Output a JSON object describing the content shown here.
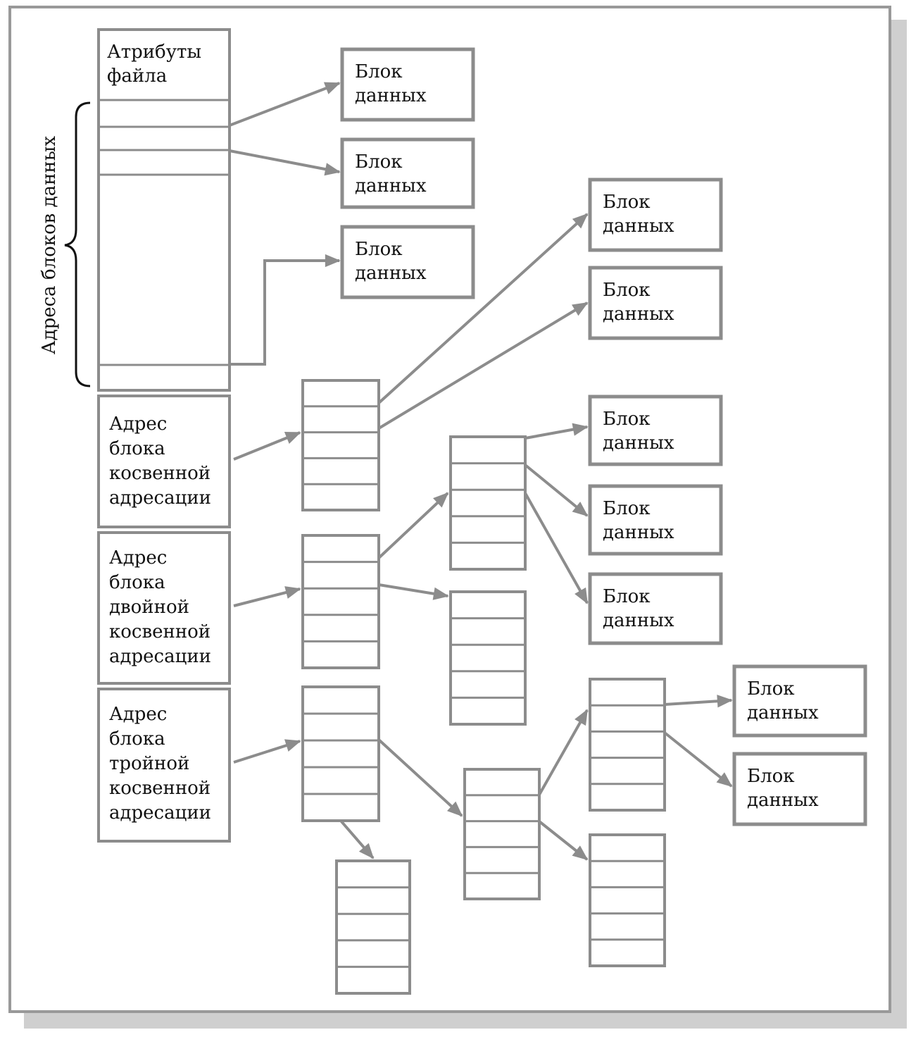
{
  "inode": {
    "attributes": "Атрибуты\nфайла",
    "direct_brace_label": "Адреса блоков данных",
    "single_indirect": "Адрес\nблока\nкосвенной\nадресации",
    "double_indirect": "Адрес\nблока\nдвойной\nкосвенной\nадресации",
    "triple_indirect": "Адрес\nблока\nтройной\nкосвенной\nадресации"
  },
  "data_block_label": "Блок\nданных",
  "data_block_count": 10,
  "colors": {
    "frame": "#999999",
    "shadow": "#cfcfcf",
    "box_stroke": "#8c8c8c",
    "arrow": "#8c8c8c",
    "text": "#111111"
  }
}
